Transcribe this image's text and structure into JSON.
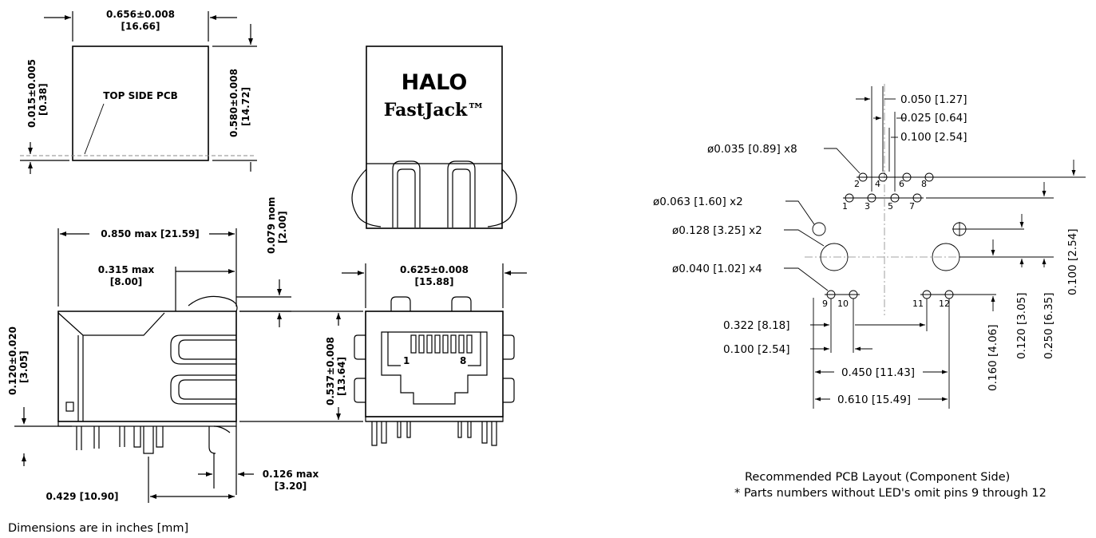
{
  "front_view": {
    "width_label": "0.656±0.008",
    "width_mm": "[16.66]",
    "height_label": "0.580±0.008",
    "height_mm": "[14.72]",
    "offset_label": "0.015±0.005",
    "offset_mm": "[0.38]",
    "pcb_label": "TOP SIDE PCB"
  },
  "jack_view": {
    "logo": "HALO",
    "product": "FastJack™"
  },
  "side_view": {
    "length_label": "0.850 max [21.59]",
    "depth_label": "0.315 max",
    "depth_mm": "[8.00]",
    "nom_label": "0.079 nom",
    "nom_mm": "[2.00]",
    "pin_offset_label": "0.120±0.020",
    "pin_offset_mm": "[3.05]",
    "pin_length_label": "0.126 max",
    "pin_length_mm": "[3.20]",
    "bottom_label": "0.429 [10.90]"
  },
  "port_view": {
    "width_label": "0.625±0.008",
    "width_mm": "[15.88]",
    "height_label": "0.537±0.008",
    "height_mm": "[13.64]",
    "pin_first": "1",
    "pin_last": "8"
  },
  "pcb_layout": {
    "d050": "0.050 [1.27]",
    "d025": "0.025 [0.64]",
    "d100": "0.100 [2.54]",
    "hole_035": "ø0.035 [0.89] x8",
    "hole_063": "ø0.063 [1.60] x2",
    "hole_128": "ø0.128 [3.25] x2",
    "hole_040": "ø0.040 [1.02] x4",
    "d322": "0.322 [8.18]",
    "d100b": "0.100 [2.54]",
    "d450": "0.450 [11.43]",
    "d610": "0.610 [15.49]",
    "v100": "0.100 [2.54]",
    "v250": "0.250 [6.35]",
    "v120": "0.120 [3.05]",
    "v160": "0.160 [4.06]",
    "pins_top": [
      "2",
      "4",
      "6",
      "8"
    ],
    "pins_bottom": [
      "1",
      "3",
      "5",
      "7"
    ],
    "pins_led_left": [
      "9",
      "10"
    ],
    "pins_led_right": [
      "11",
      "12"
    ],
    "caption": "Recommended PCB Layout (Component Side)",
    "footnote": "* Parts numbers without LED's omit pins 9 through 12"
  },
  "footer": {
    "units_note": "Dimensions are in inches [mm]"
  }
}
